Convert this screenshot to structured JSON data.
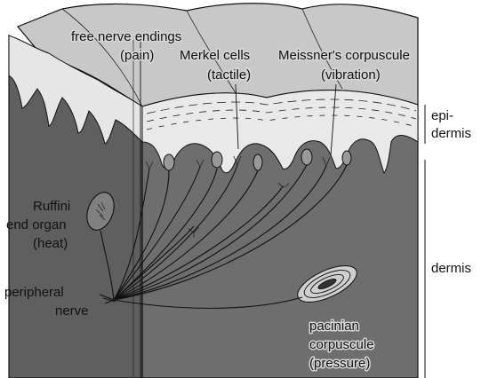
{
  "labels": {
    "free_nerve_endings": {
      "line1": "free nerve endings",
      "line2": "(pain)"
    },
    "merkel_cells": {
      "line1": "Merkel cells",
      "line2": "(tactile)"
    },
    "meissners_corpuscule": {
      "line1": "Meissner's corpuscule",
      "line2": "(vibration)"
    },
    "epidermis": {
      "line1": "epi-",
      "line2": "dermis"
    },
    "ruffini": {
      "line1": "Ruffini",
      "line2": "end organ",
      "line3": "(heat)"
    },
    "peripheral_nerve": {
      "line1": "peripheral",
      "line2": "nerve"
    },
    "dermis": {
      "line1": "dermis"
    },
    "pacinian": {
      "line1": "pacinian",
      "line2": "corpuscule",
      "line3": "(pressure)"
    }
  },
  "colors": {
    "dermis_front": "#6b6b6b",
    "dermis_side": "#8a8a8a",
    "epidermis_top": "#c9c9c9",
    "epidermis_band": "#e8e8e8",
    "outline": "#111111"
  }
}
